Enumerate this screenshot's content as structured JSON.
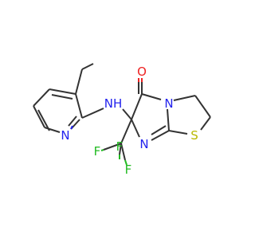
{
  "diagram": {
    "type": "chemical-structure",
    "colors": {
      "bond": "#333333",
      "N": "#2222ee",
      "O": "#ee2222",
      "S": "#b8b800",
      "F": "#22bb22"
    },
    "atoms": {
      "methyl_c": "",
      "nh": "NH",
      "pyridine_n": "N",
      "carbonyl_o": "O",
      "ring_n_bridge": "N",
      "ring_n_imine": "N",
      "sulfur": "S",
      "fluorine_top": "F",
      "fluorine_left": "F",
      "fluorine_right": "F"
    }
  }
}
